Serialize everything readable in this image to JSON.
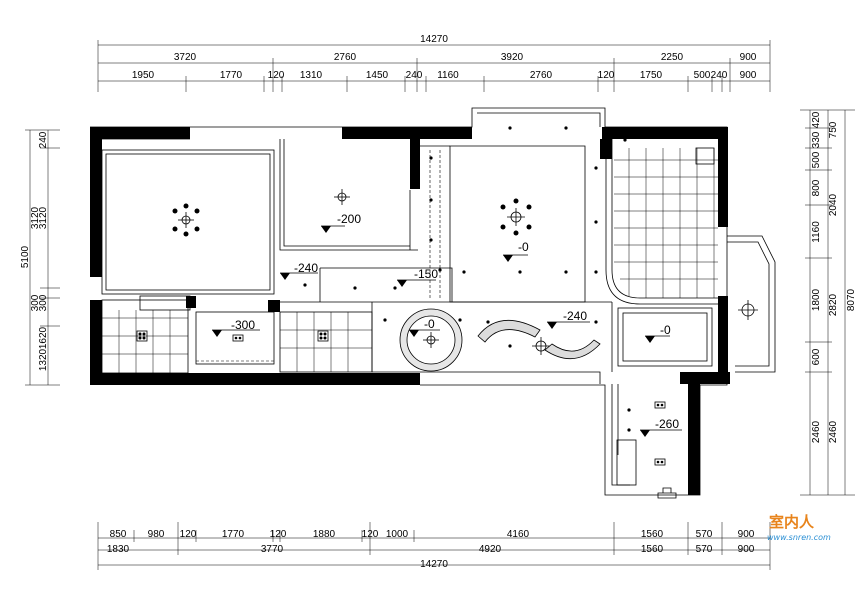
{
  "dims": {
    "top_total": "14270",
    "top_row1": [
      "3720",
      "2760",
      "3920",
      "2250",
      "900"
    ],
    "top_row2": [
      "1950",
      "1770",
      "120",
      "1310",
      "1450",
      "240",
      "1160",
      "2760",
      "120",
      "1750",
      "500",
      "240",
      "900"
    ],
    "bottom_row1": [
      "850",
      "980",
      "120",
      "1770",
      "120",
      "1880",
      "120",
      "1000",
      "4160",
      "1560",
      "570",
      "900"
    ],
    "bottom_row2": [
      "1830",
      "3770",
      "4920",
      "1560",
      "570",
      "900"
    ],
    "bottom_total": "14270",
    "left_total": "5100",
    "left_col1": [
      "240",
      "3120",
      "300",
      "1620",
      "1320"
    ],
    "left_col2": [
      "3120",
      "300"
    ],
    "right_col1": [
      "420",
      "330",
      "500",
      "800",
      "1160",
      "1800",
      "600",
      "2460"
    ],
    "right_col2": [
      "750",
      "2040",
      "2820",
      "2460"
    ],
    "right_total": "8070"
  },
  "levels": {
    "bedroom2": "-200",
    "living": "-0",
    "corridor": "-240",
    "passage": "-150",
    "bath": "-300",
    "dining": "-0",
    "dining_side": "-240",
    "balcony": "-0",
    "kitchen": "-260"
  },
  "watermark": {
    "cn": "室内人",
    "url": "www.snren.com"
  }
}
